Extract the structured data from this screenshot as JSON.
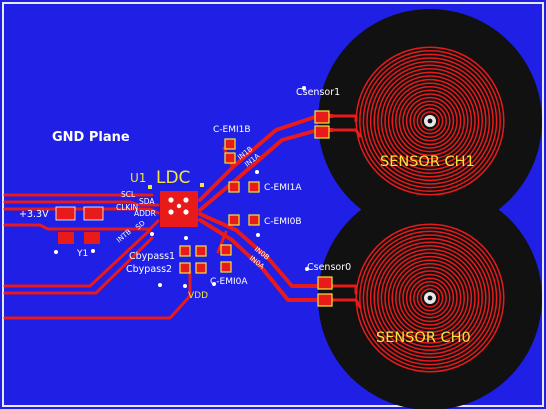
{
  "labels": {
    "gnd_plane": "GND Plane",
    "u1": "U1",
    "ldc": "LDC",
    "c_emi1b": "C-EMI1B",
    "c_emi1a": "C-EMI1A",
    "c_emi0b": "C-EMI0B",
    "c_emi0a": "C-EMI0A",
    "csensor1": "Csensor1",
    "csensor0": "Csensor0",
    "sensor_ch1": "SENSOR CH1",
    "sensor_ch0": "SENSOR CH0",
    "cbypass1": "Cbypass1",
    "cbypass2": "Cbypass2",
    "vdd": "VDD",
    "y1": "Y1",
    "v33": "+3.3V",
    "scl": "SCL",
    "sda": "SDA",
    "clkin": "CLKIN",
    "addr": "ADDR",
    "intb": "INTB",
    "sd": "SD",
    "in1b": "IN1B",
    "in1a": "IN1A",
    "in0b": "IN0B",
    "in0a": "IN0A"
  },
  "colors": {
    "board": "#1f1fe6",
    "trace": "#e81a1a",
    "pad": "#e81a1a",
    "silkscreen": "#ffffff",
    "label": "#f5e63a",
    "sensor_keepout": "#111111",
    "coil": "#e81a1a"
  }
}
